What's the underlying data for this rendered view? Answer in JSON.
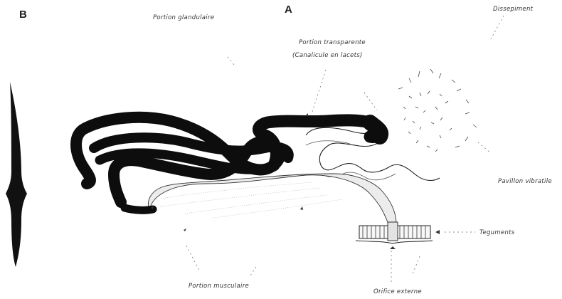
{
  "figure": {
    "letters": {
      "a": "A",
      "b": "B"
    },
    "labels": {
      "glandular": "Portion glandulaire",
      "dissepiment": "Dissepiment",
      "transparent": "Portion transparente",
      "canalicule": "(Canalicule en lacets)",
      "pavilion": "Pavillon vibratile",
      "teguments": "Teguments",
      "muscular": "Portion musculaire",
      "orifice": "Orifice externe"
    }
  }
}
